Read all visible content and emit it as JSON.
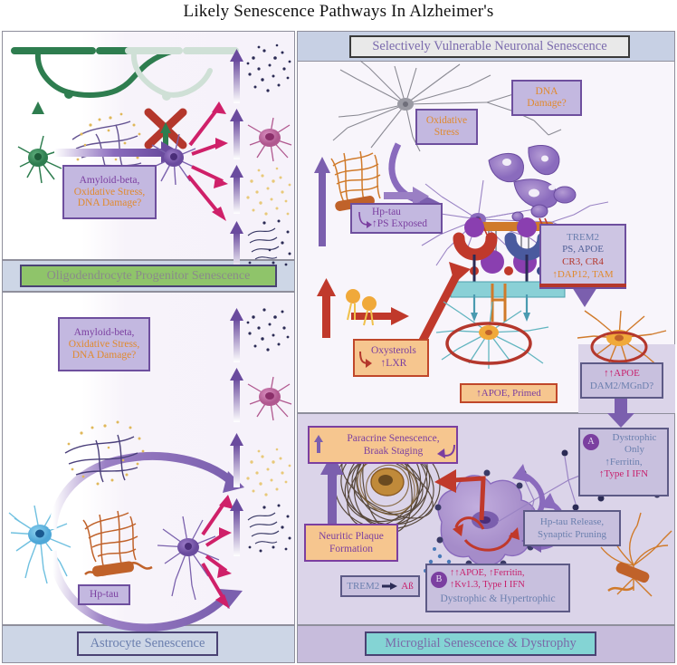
{
  "title": "Likely Senescence Pathways In Alzheimer's",
  "panels": {
    "opc": {
      "band_label": "Oligodendrocyte Progenitor Senescence",
      "stressor_box": [
        "Amyloid-beta,",
        "Oxidative Stress,",
        "DNA Damage?"
      ]
    },
    "astrocyte": {
      "band_label": "Astrocyte Senescence",
      "stressor_box": [
        "Amyloid-beta,",
        "Oxidative Stress,",
        "DNA Damage?"
      ],
      "hptau_label": "Hp-tau"
    },
    "neuron": {
      "header_label": "Selectively Vulnerable Neuronal Senescence",
      "dna_damage": [
        "DNA",
        "Damage?"
      ],
      "oxidative_stress": [
        "Oxidative",
        "Stress"
      ],
      "hptau_ps": [
        "Hp-tau",
        "↑PS Exposed"
      ],
      "trem2_box": {
        "line1": "TREM2",
        "line2": "PS, APOE",
        "line3": "CR3, CR4",
        "line4": "↑DAP12, TAM"
      },
      "oxysterols_box": {
        "line1": "Oxysterols",
        "line2": "↑LXR"
      },
      "apoe_primed": "↑APOE, Primed",
      "dam2_box": {
        "line1": "↑↑APOE",
        "line2": "DAM2/MGnD?"
      }
    },
    "microglia": {
      "band_label": "Microglial Senescence & Dystrophy",
      "paracrine_box": [
        "Paracrine Senescence,",
        "Braak Staging"
      ],
      "neuritic_plaque_box": [
        "Neuritic Plaque",
        "Formation"
      ],
      "trem2_ab_box": {
        "left": "TREM2",
        "right": "Aß"
      },
      "hptau_release_box": [
        "Hp-tau Release,",
        "Synaptic Pruning"
      ],
      "state_a": {
        "badge": "A",
        "line1": "Dystrophic",
        "line2": "Only",
        "line3": "↑Ferritin,",
        "line4": "↑Type I IFN"
      },
      "state_b": {
        "badge": "B",
        "line1": "↑↑APOE, ↑Ferritin,",
        "line2": "↑Kv1.3, Type I IFN",
        "line3": "Dystrophic & Hypertrophic"
      }
    }
  },
  "icons": {
    "healthy_opc": "oligodendrocyte-myelin-icon",
    "failed_myelin": "failed-myelination-icon",
    "red_cross": "blocked-x-icon",
    "sasp_arrow": "sasp-up-arrow-icon",
    "astrocyte": "astrocyte-icon",
    "neuron": "neuron-icon",
    "microglia": "microglia-icon",
    "plaque": "amyloid-plaque-icon",
    "tau_tangle": "hyperphosphorylated-tau-icon",
    "membrane": "membrane-icon",
    "receptor": "receptor-icon"
  },
  "colors": {
    "purple": "#7b3fa0",
    "orange_text": "#e08a2e",
    "red": "#c0392b",
    "crimson": "#c71f6b",
    "green_band": "#8fc46a",
    "blue_band": "#cdd6e6",
    "teal_band": "#84d4d4",
    "lavender_panel": "#dbd4e9",
    "white_panel": "#f8f5fb"
  }
}
